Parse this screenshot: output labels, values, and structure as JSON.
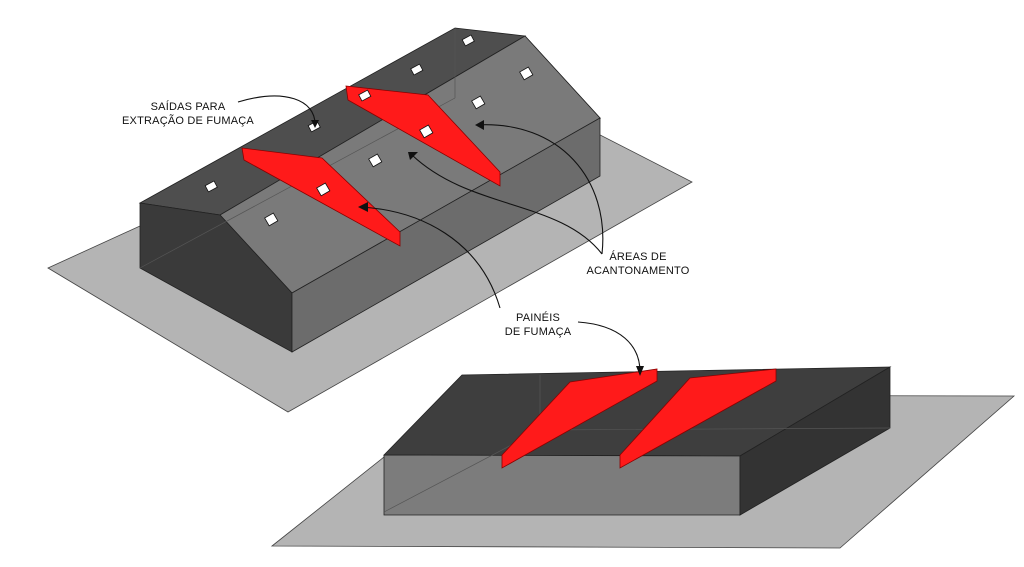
{
  "labels": {
    "smoke_exits": [
      "SAÍDAS PARA",
      "EXTRAÇÃO DE FUMAÇA"
    ],
    "containment_areas": [
      "ÁREAS DE",
      "ACANTONAMENTO"
    ],
    "smoke_panels": [
      "PAINÉIS",
      "DE FUMAÇA"
    ]
  },
  "colors": {
    "ground": "#b4b4b4",
    "roof_front": "#7a7a7a",
    "roof_back": "#4e4e4e",
    "wall_dark": "#3a3a3a",
    "wall_side": "#333333",
    "panel_red": "#ff1a1a",
    "vent": "#ffffff",
    "arrow": "#111111"
  }
}
